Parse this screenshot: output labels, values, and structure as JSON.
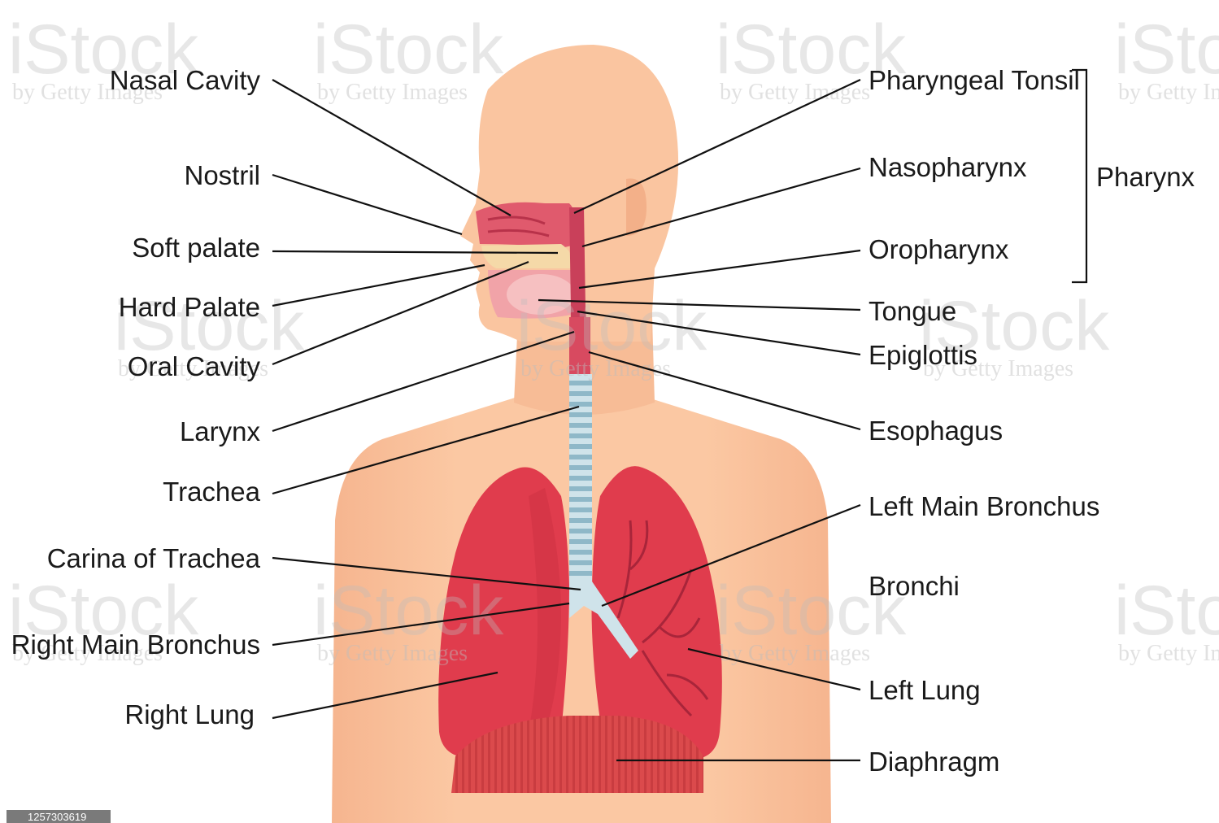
{
  "diagram": {
    "labels_left": [
      {
        "id": "nasal-cavity",
        "text": "Nasal Cavity"
      },
      {
        "id": "nostril",
        "text": "Nostril"
      },
      {
        "id": "soft-palate",
        "text": "Soft palate"
      },
      {
        "id": "hard-palate",
        "text": "Hard Palate"
      },
      {
        "id": "oral-cavity",
        "text": "Oral Cavity"
      },
      {
        "id": "larynx",
        "text": "Larynx"
      },
      {
        "id": "trachea",
        "text": "Trachea"
      },
      {
        "id": "carina",
        "text": "Carina of Trachea"
      },
      {
        "id": "right-main-bronchus",
        "text": "Right Main Bronchus"
      },
      {
        "id": "right-lung",
        "text": "Right Lung"
      }
    ],
    "labels_right": [
      {
        "id": "pharyngeal-tonsil",
        "text": "Pharyngeal Tonsil"
      },
      {
        "id": "nasopharynx",
        "text": "Nasopharynx"
      },
      {
        "id": "oropharynx",
        "text": "Oropharynx"
      },
      {
        "id": "tongue",
        "text": "Tongue"
      },
      {
        "id": "epiglottis",
        "text": "Epiglottis"
      },
      {
        "id": "esophagus",
        "text": "Esophagus"
      },
      {
        "id": "left-main-bronchus",
        "text": "Left Main Bronchus"
      },
      {
        "id": "bronchi",
        "text": "Bronchi"
      },
      {
        "id": "left-lung",
        "text": "Left Lung"
      },
      {
        "id": "diaphragm",
        "text": "Diaphragm"
      }
    ],
    "group_label": "Pharynx"
  },
  "watermark": {
    "brand": "iStock",
    "sub": "by Getty Images",
    "image_id": "1257303619"
  },
  "colors": {
    "skin": "#f9c29c",
    "skin_shade": "#f3b089",
    "lung": "#e03c4d",
    "lung_dark": "#c42b3d",
    "trachea": "#cfe3ea",
    "diaphragm": "#d94a4d",
    "mucosa": "#e05a6d"
  }
}
